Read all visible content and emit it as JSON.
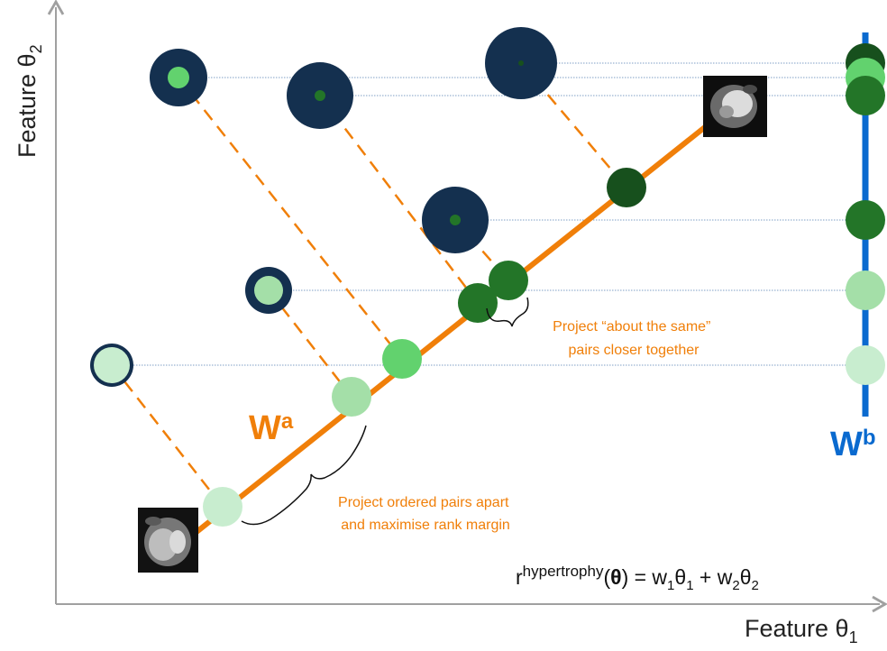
{
  "axes": {
    "x_label": "Feature θ",
    "x_label_sub": "1",
    "y_label": "Feature θ",
    "y_label_sub": "2"
  },
  "projections": {
    "a": {
      "symbol": "W",
      "superscript": "a",
      "color": "#F07F09"
    },
    "b": {
      "symbol": "W",
      "superscript": "b",
      "color": "#0A6ACF"
    }
  },
  "annotations": {
    "about_same_line1": "Project “about the same”",
    "about_same_line2": "pairs closer together",
    "ordered_line1": "Project ordered pairs apart",
    "ordered_line2": "and maximise rank margin"
  },
  "formula": {
    "r": "r",
    "superscript": "hypertrophy",
    "open": "(",
    "theta_bold": "θ",
    "middle": ") = w",
    "sub1": "1",
    "theta1": "θ",
    "sub2": "1",
    "plus": " + w",
    "sub3": "2",
    "theta2": "θ",
    "sub4": "2"
  },
  "colors": {
    "navy": "#14304F",
    "green_light": "#C8EDCF",
    "green_pale": "#A4DFA8",
    "green_mid": "#62D26E",
    "green_dark": "#237528",
    "green_darkest": "#17501D",
    "orange": "#F07F09",
    "blue": "#0A6ACF",
    "guide": "#7F9FC6",
    "axis": "#A0A0A0"
  },
  "thumbnails": [
    "mri-thumbnail-top",
    "mri-thumbnail-bottom"
  ]
}
